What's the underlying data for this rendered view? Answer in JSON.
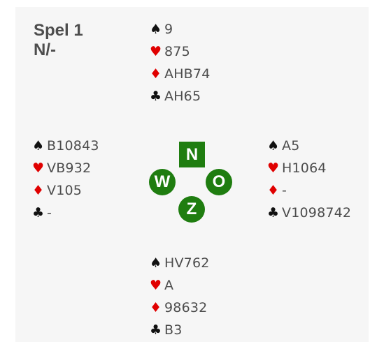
{
  "board": {
    "title": "Spel 1",
    "vulnerability": "N/-"
  },
  "suits": {
    "spades": "♠",
    "hearts": "♥",
    "diamonds": "♦",
    "clubs": "♣"
  },
  "colors": {
    "background": "#f6f6f6",
    "compass_green": "#1f7d10",
    "red_suit": "#e00000",
    "text": "#4d4d4d"
  },
  "hands": {
    "north": {
      "spades": "9",
      "hearts": "875",
      "diamonds": "AHB74",
      "clubs": "AH65"
    },
    "west": {
      "spades": "B10843",
      "hearts": "VB932",
      "diamonds": "V105",
      "clubs": "-"
    },
    "east": {
      "spades": "A5",
      "hearts": "H1064",
      "diamonds": "-",
      "clubs": "V1098742"
    },
    "south": {
      "spades": "HV762",
      "hearts": "A",
      "diamonds": "98632",
      "clubs": "B3"
    }
  },
  "compass": {
    "north": "N",
    "west": "W",
    "east": "O",
    "south": "Z"
  }
}
